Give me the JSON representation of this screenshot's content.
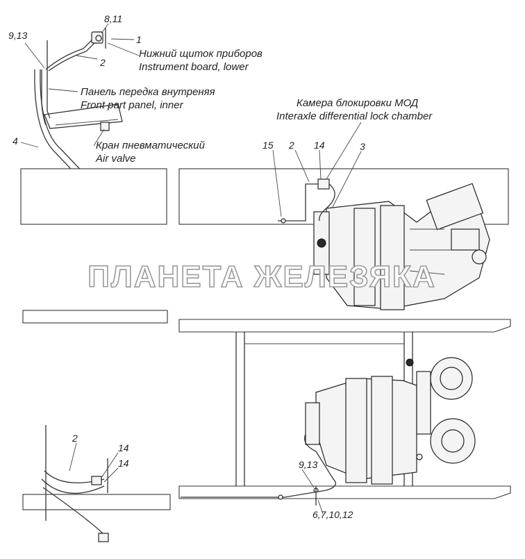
{
  "callouts": {
    "c_8_11": "8,11",
    "c_1": "1",
    "c_9_13_top": "9,13",
    "c_2_top": "2",
    "c_4": "4",
    "c_15": "15",
    "c_2_mid": "2",
    "c_14_mid": "14",
    "c_3": "3",
    "c_2_bot": "2",
    "c_14_bot_a": "14",
    "c_14_bot_b": "14",
    "c_9_13_bot": "9,13",
    "c_6_7_10_12": "6,7,10,12"
  },
  "labels": {
    "instrument_board_ru": "Нижний щиток приборов",
    "instrument_board_en": "Instrument board, lower",
    "front_panel_ru": "Панель передка внутреняя",
    "front_panel_en": "Front part panel, inner",
    "air_valve_ru": "Кран пневматический",
    "air_valve_en": "Air valve",
    "lock_chamber_ru": "Камера блокировки МОД",
    "lock_chamber_en": "Interaxle differential lock chamber"
  },
  "watermark": "ПЛАНЕТА ЖЕЛЕЗЯКА"
}
